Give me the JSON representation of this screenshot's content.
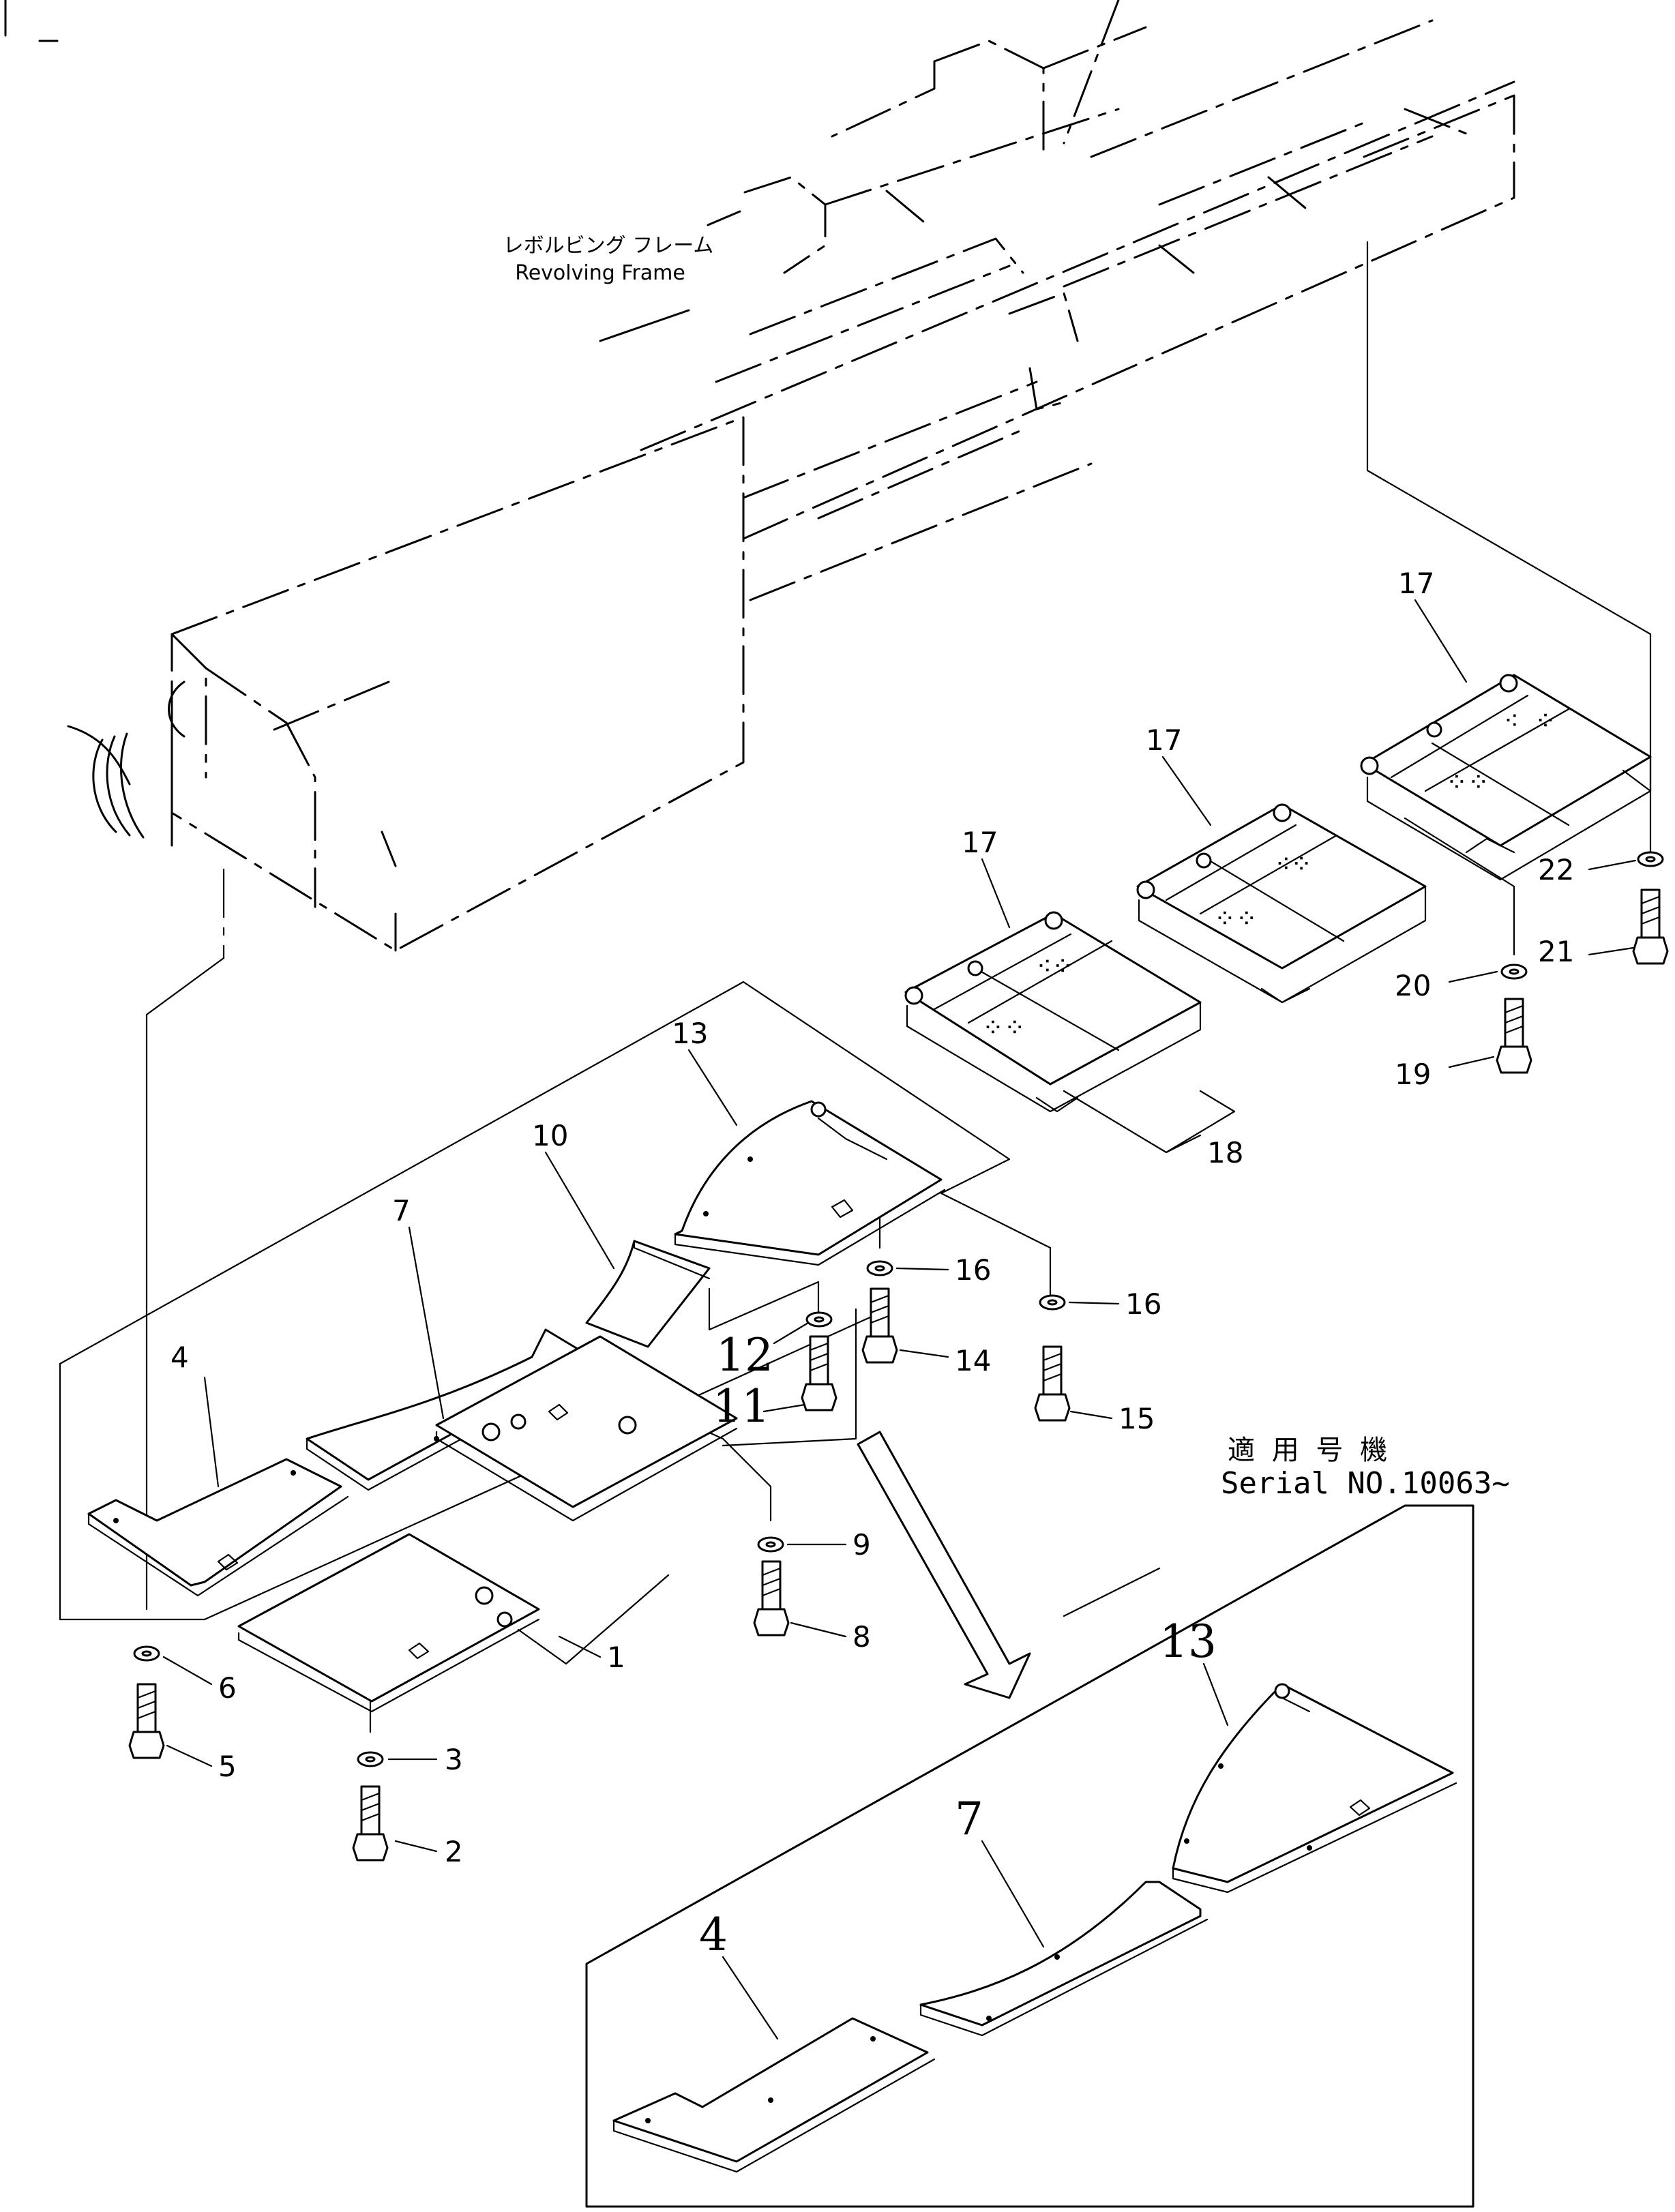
{
  "labels": {
    "frame_jp": "レボルビング フレーム",
    "frame_en": "Revolving Frame",
    "serial_jp": "適 用 号 機",
    "serial_en": "Serial NO.10063~",
    "p1": "1",
    "p2": "2",
    "p3": "3",
    "p4": "4",
    "p5": "5",
    "p6": "6",
    "p7": "7",
    "p8": "8",
    "p9": "9",
    "p10": "10",
    "p11": "11",
    "p12": "12",
    "p13": "13",
    "p14": "14",
    "p15": "15",
    "p16a": "16",
    "p16b": "16",
    "p17a": "17",
    "p17b": "17",
    "p17c": "17",
    "p18": "18",
    "p19": "19",
    "p20": "20",
    "p21": "21",
    "p22": "22",
    "inset4": "4",
    "inset7": "7",
    "inset13": "13"
  }
}
